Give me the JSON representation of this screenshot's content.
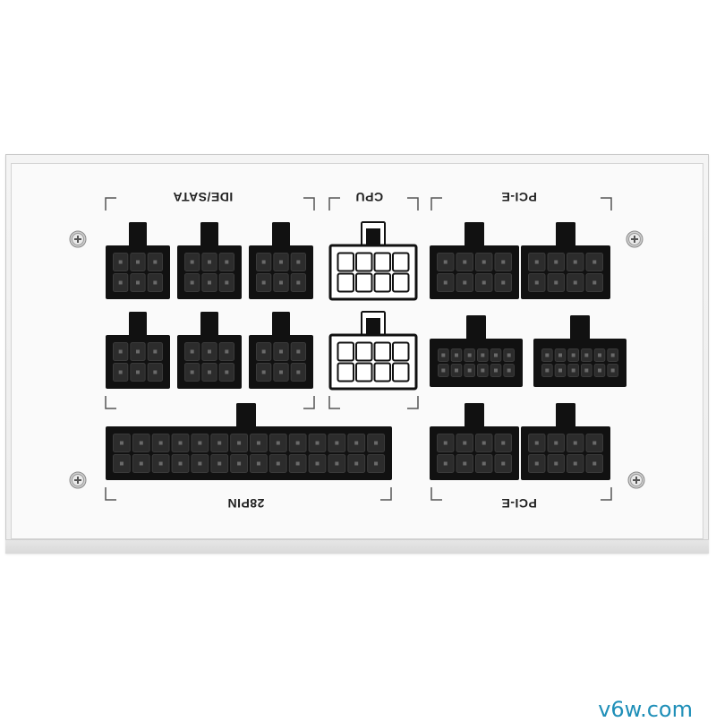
{
  "labels": {
    "ide_sata": "IDE/SATA",
    "cpu": "CPU",
    "pcie_top": "PCI-E",
    "pcie_bottom": "PCI-E",
    "pin28": "28PIN"
  },
  "watermark": "v6w.com",
  "colors": {
    "panel": "#f4f4f4",
    "connector": "#111111",
    "cpu_connector_fill": "#ffffff",
    "watermark": "#1f8fb8"
  }
}
